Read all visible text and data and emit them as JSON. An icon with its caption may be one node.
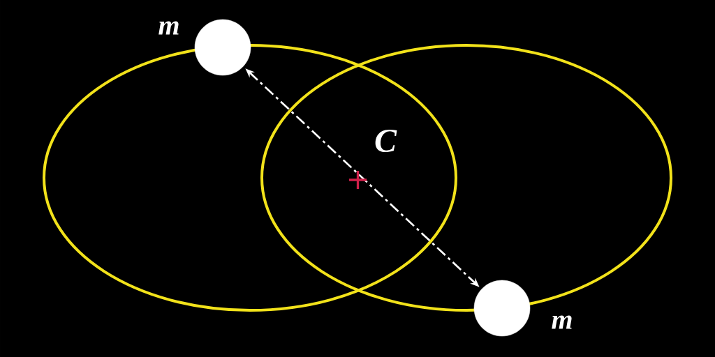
{
  "diagram": {
    "nodes": [
      {
        "text": [],
        "shape": "circle",
        "beside": [
          "m"
        ]
      },
      {
        "text": [],
        "shape": "circle",
        "beside": [
          "m"
        ]
      }
    ],
    "edges": [
      {
        "from": 0,
        "to": 1,
        "arrow": "both",
        "style": "dashed"
      }
    ],
    "labels": [
      "C"
    ]
  }
}
